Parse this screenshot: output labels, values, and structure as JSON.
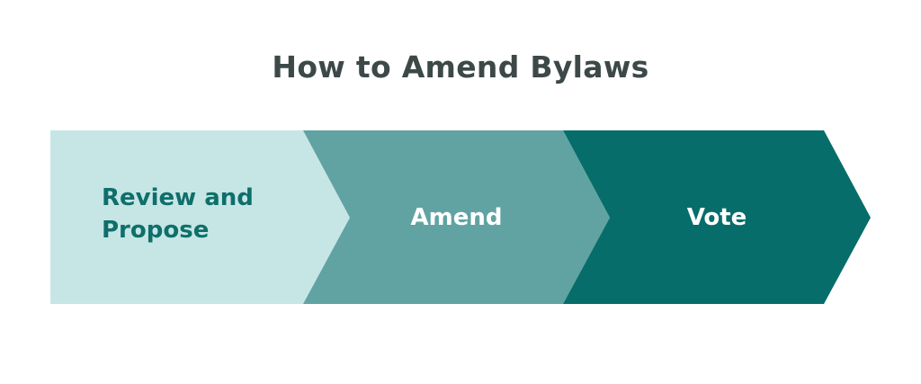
{
  "title": "How to Amend Bylaws",
  "steps": [
    {
      "label_line1": "Review and",
      "label_line2": "Propose",
      "color": "#C6E6E5",
      "text_color": "#0E6F6B"
    },
    {
      "label": "Amend",
      "color": "#61A3A2",
      "text_color": "#FFFFFF"
    },
    {
      "label": "Vote",
      "color": "#066D6A",
      "text_color": "#FFFFFF"
    }
  ]
}
